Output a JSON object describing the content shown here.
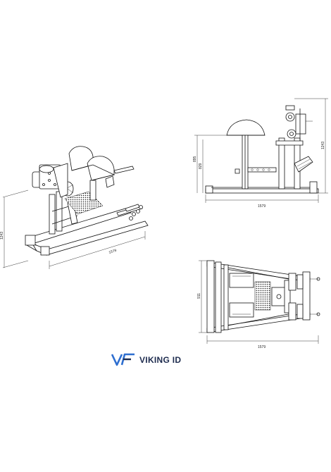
{
  "brand": {
    "name": "VIKING ID",
    "logo_mark": "VF",
    "colors": {
      "logo_blue": "#2f6fd0",
      "logo_navy": "#1d2b4e"
    }
  },
  "views": {
    "isometric": {
      "height_dim": "1243",
      "length_dim": "1579"
    },
    "side": {
      "seat_height_dim": "895",
      "pad_height_dim": "829",
      "overall_height_dim": "1243",
      "length_dim": "1579"
    },
    "top": {
      "width_dim": "911",
      "length_dim": "1579"
    }
  },
  "colors": {
    "line": "#111111",
    "background": "#ffffff"
  }
}
